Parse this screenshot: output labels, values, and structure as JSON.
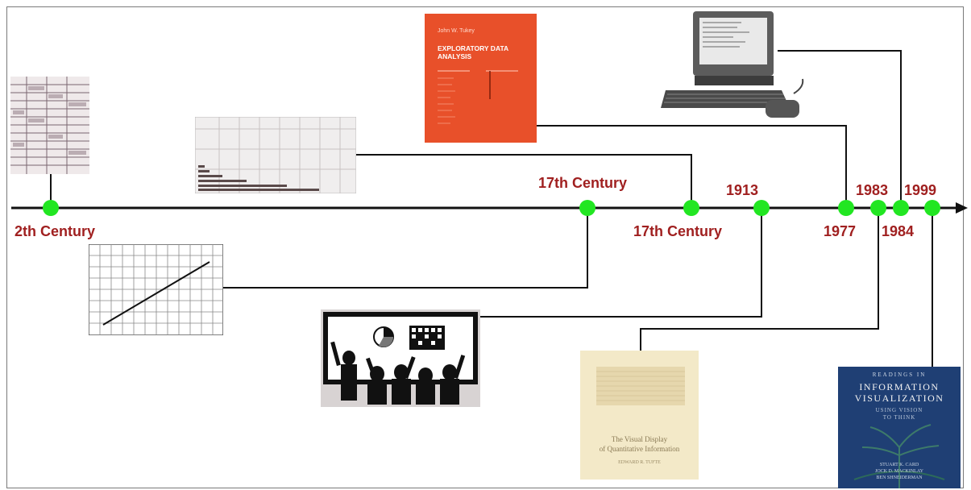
{
  "timeline": {
    "labels": [
      "2th Century",
      "17th Century",
      "17th Century",
      "1913",
      "1977",
      "1983",
      "1984",
      "1999"
    ],
    "label_color": "#a02020",
    "node_color": "#22e622",
    "line_color": "#111111"
  },
  "book_eda": {
    "author": "John W. Tukey",
    "title_line1": "EXPLORATORY DATA",
    "title_line2": "ANALYSIS",
    "color": "#e8502a"
  },
  "book_tufte": {
    "title_line1": "The Visual Display",
    "title_line2": "of Quantitative Information",
    "author": "EDWARD R. TUFTE"
  },
  "book_infovis": {
    "series": "READINGS IN",
    "title_line1": "INFORMATION",
    "title_line2": "VISUALIZATION",
    "subtitle_line1": "USING VISION",
    "subtitle_line2": "TO THINK",
    "editor1": "STUART K. CARD",
    "editor2": "JOCK D. MACKINLAY",
    "editor3": "BEN SHNEIDERMAN",
    "color": "#1f3f74"
  }
}
